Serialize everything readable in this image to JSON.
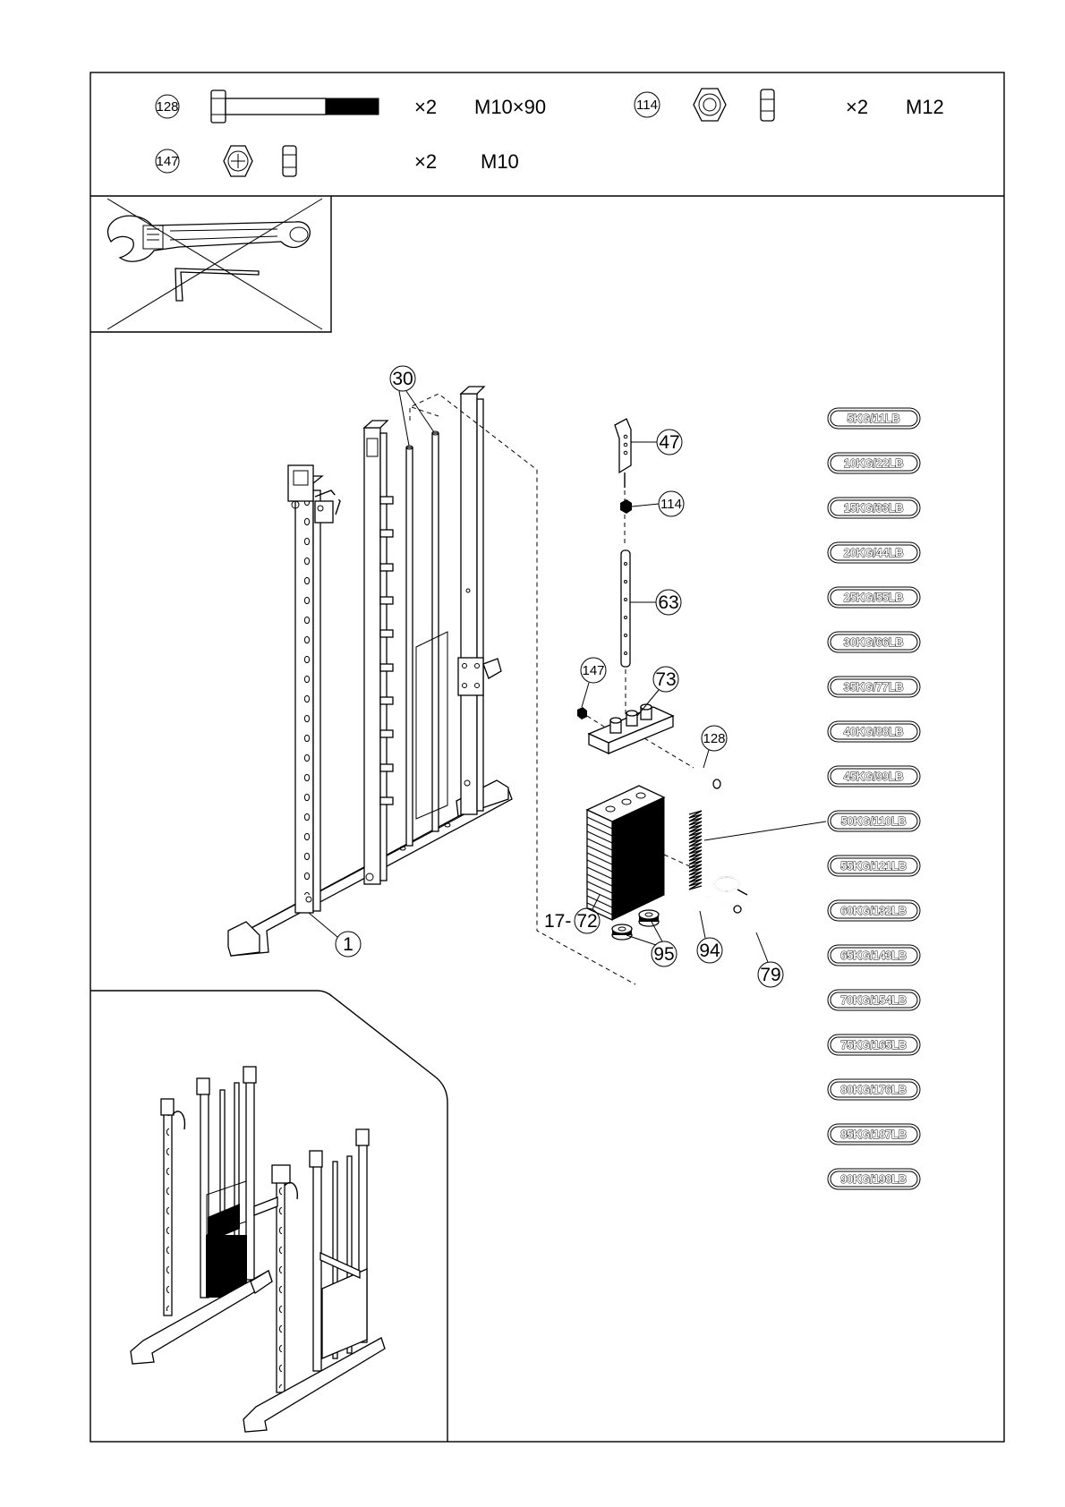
{
  "hardware": [
    {
      "id": "128",
      "qty": "×2",
      "size": "M10×90",
      "icon": "bolt-icon"
    },
    {
      "id": "114",
      "qty": "×2",
      "size": "M12",
      "icon": "nut-icon"
    },
    {
      "id": "147",
      "qty": "×2",
      "size": "M10",
      "icon": "nut-icon"
    }
  ],
  "tools": {
    "icons": [
      "wrench-icon",
      "hex-key-icon"
    ],
    "crossed_out": true
  },
  "callouts": {
    "c30": "30",
    "c47": "47",
    "c114": "114",
    "c63": "63",
    "c147": "147",
    "c73": "73",
    "c128": "128",
    "c17_72_prefix": "17-",
    "c17_72_circle": "72",
    "c95": "95",
    "c94": "94",
    "c79": "79",
    "c1": "1"
  },
  "weights": [
    "5KG/11LB",
    "10KG/22LB",
    "15KG/33LB",
    "20KG/44LB",
    "25KG/55LB",
    "30KG/66LB",
    "35KG/77LB",
    "40KG/88LB",
    "45KG/99LB",
    "50KG/110LB",
    "55KG/121LB",
    "60KG/132LB",
    "65KG/143LB",
    "70KG/154LB",
    "75KG/165LB",
    "80KG/176LB",
    "85KG/187LB",
    "90KG/198LB"
  ]
}
